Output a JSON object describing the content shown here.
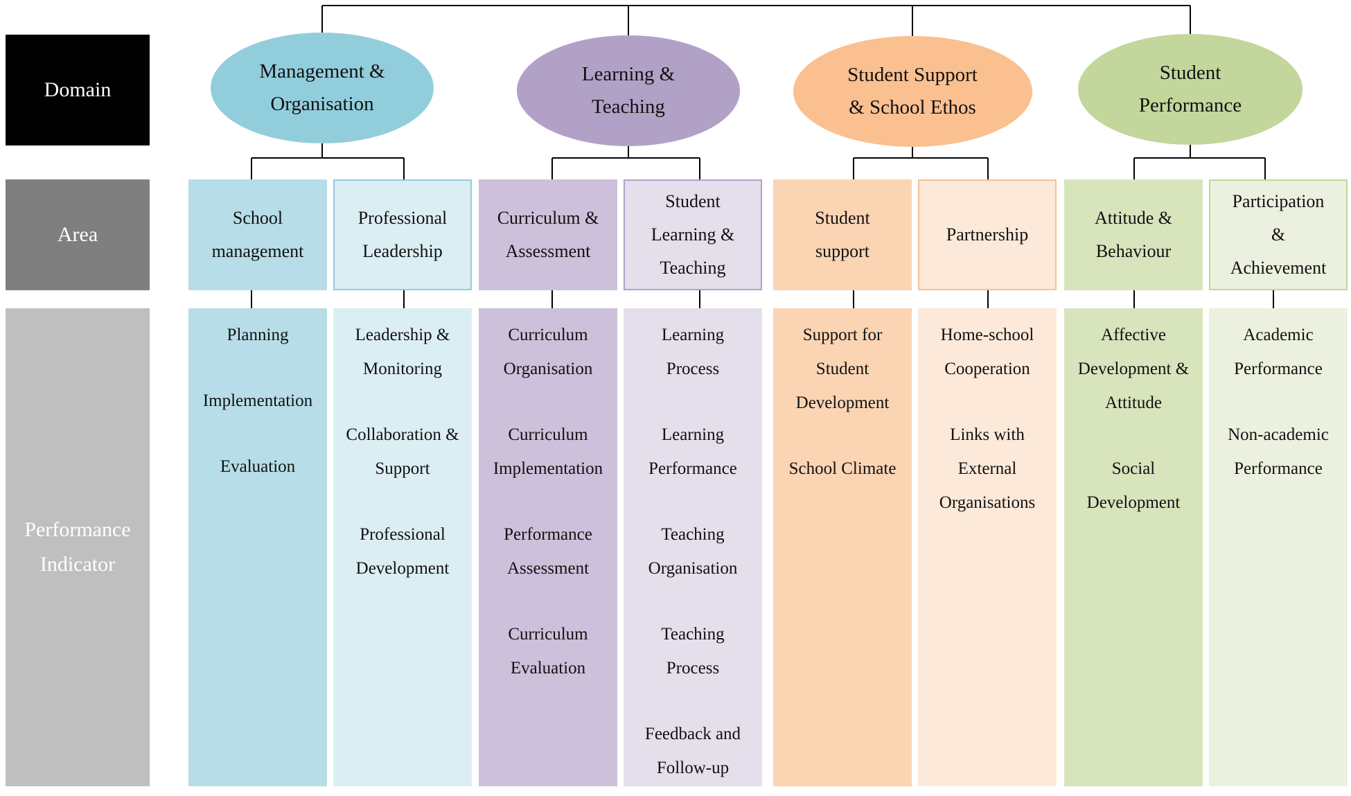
{
  "labels": {
    "domain": "Domain",
    "area": "Area",
    "indicator": "Performance\nIndicator"
  },
  "colors": {
    "domain_label_bg": "#000000",
    "area_label_bg": "#7f7f7f",
    "indicator_label_bg": "#bfbfbf",
    "line": "#000000"
  },
  "domains": [
    {
      "name": "Management &\nOrganisation",
      "color": "#92cddc",
      "areas": [
        {
          "name": "School\nmanagement",
          "bg": "#b7dde8",
          "indicators": [
            "Planning",
            "Implementation",
            "Evaluation"
          ]
        },
        {
          "name": "Professional\nLeadership",
          "bg": "#dbeef3",
          "indicators": [
            "Leadership &\nMonitoring",
            "Collaboration &\nSupport",
            "Professional\nDevelopment"
          ]
        }
      ]
    },
    {
      "name": "Learning &\nTeaching",
      "color": "#b2a1c7",
      "areas": [
        {
          "name": "Curriculum &\nAssessment",
          "bg": "#ccc0da",
          "indicators": [
            "Curriculum\nOrganisation",
            "Curriculum\nImplementation",
            "Performance\nAssessment",
            "Curriculum\nEvaluation"
          ]
        },
        {
          "name": "Student\nLearning &\nTeaching",
          "bg": "#e5dfec",
          "indicators": [
            "Learning\nProcess",
            "Learning\nPerformance",
            "Teaching\nOrganisation",
            "Teaching\nProcess",
            "Feedback and\nFollow-up"
          ]
        }
      ]
    },
    {
      "name": "Student Support\n& School Ethos",
      "color": "#fac090",
      "areas": [
        {
          "name": "Student\nsupport",
          "bg": "#fbd4b4",
          "indicators": [
            "Support for\nStudent\nDevelopment",
            "School Climate"
          ]
        },
        {
          "name": "Partnership",
          "bg": "#fde9d9",
          "indicators": [
            "Home-school\nCooperation",
            "Links with\nExternal\nOrganisations"
          ]
        }
      ]
    },
    {
      "name": "Student\nPerformance",
      "color": "#c3d69b",
      "areas": [
        {
          "name": "Attitude &\nBehaviour",
          "bg": "#d7e4bc",
          "indicators": [
            "Affective\nDevelopment &\nAttitude",
            "Social\nDevelopment"
          ]
        },
        {
          "name": "Participation\n&\nAchievement",
          "bg": "#ebf1de",
          "indicators": [
            "Academic\nPerformance",
            "Non-academic\nPerformance"
          ]
        }
      ]
    }
  ]
}
